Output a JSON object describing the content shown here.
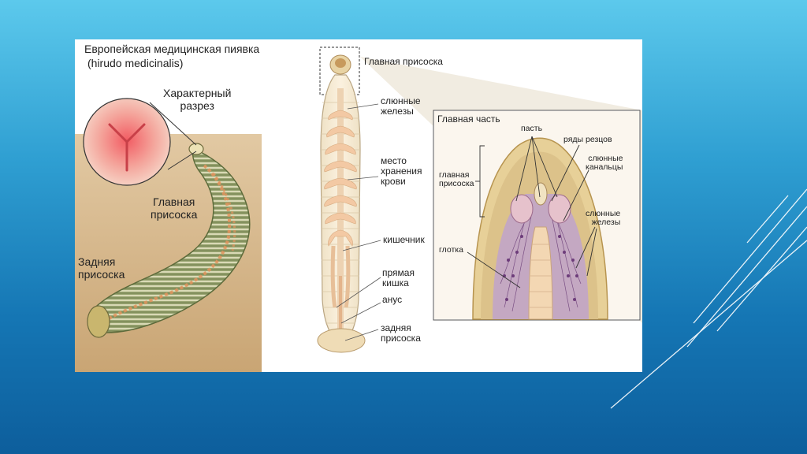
{
  "labels": {
    "title_line1": "Европейская медицинская пиявка",
    "title_line2": "(hirudo medicinalis)",
    "cut": "Характерный\nразрез",
    "main_sucker_left": "Главная\nприсоска",
    "rear_sucker_left": "Задняя\nприсоска",
    "main_sucker_mid": "Главная присоска",
    "salivary_glands": "слюнные\nжелезы",
    "blood_storage": "место\nхранения\nкрови",
    "intestine": "кишечник",
    "rectum": "прямая\nкишка",
    "anus": "анус",
    "rear_sucker_mid": "задняя\nприсоска",
    "head_part": "Главная часть",
    "mouth": "пасть",
    "teeth_rows": "ряды резцов",
    "salivary_ducts": "слюнные\nканальцы",
    "head_sucker": "главная\nприсоска",
    "salivary_glands_right": "слюнные\nжелезы",
    "pharynx": "глотка"
  },
  "colors": {
    "bg_top": "#5cc9ec",
    "bg_bottom": "#0d5e9c",
    "panel_bg": "#d9b98c",
    "body_cream": "#f2dcc0",
    "stripe_orange": "#e3975e",
    "mucosa_pink": "#ef7a7c",
    "gland_purple": "#b58dbd"
  },
  "icons": [
    "leech-3d-illustration",
    "leech-anatomy-diagram",
    "head-cross-section"
  ]
}
